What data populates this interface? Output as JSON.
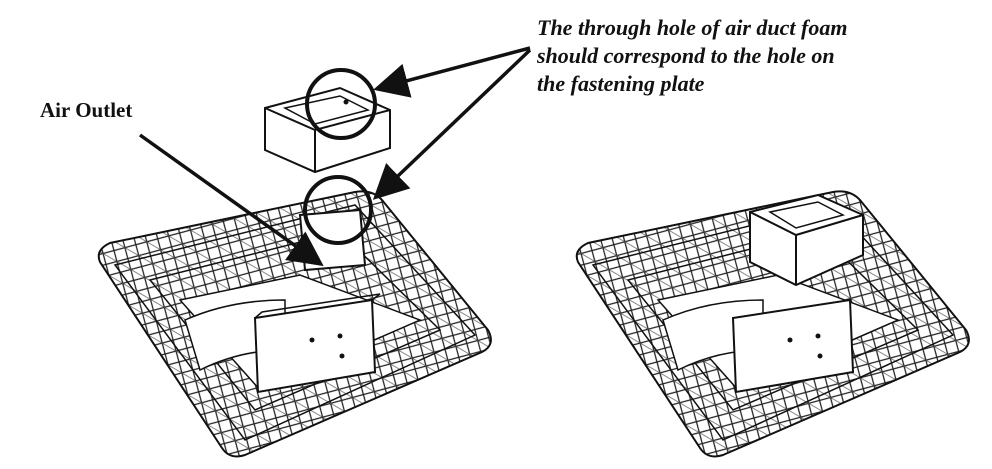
{
  "annotation": {
    "lines": [
      "The through hole of air duct foam",
      "should correspond to the hole on",
      "the fastening plate"
    ]
  },
  "air_outlet_label": "Air Outlet",
  "colors": {
    "ink": "#111111",
    "paper": "#ffffff"
  }
}
